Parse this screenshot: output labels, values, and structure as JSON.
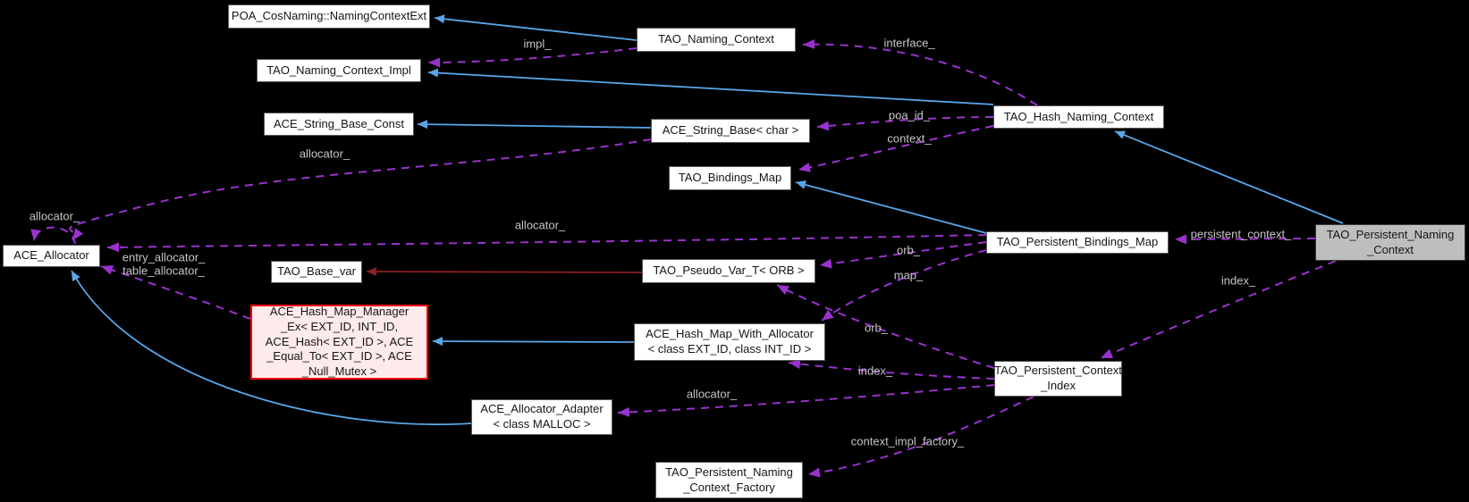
{
  "diagram": {
    "title": "TAO_Persistent_Naming_Context collaboration diagram",
    "colors": {
      "background": "#000000",
      "inheritance_arrow": "#58a6e8",
      "usage_arrow": "#9a32cd",
      "private_inheritance_arrow": "#8b1f1f",
      "node_fill": "#ffffff",
      "node_border": "#595959",
      "selected_node_fill": "#bebebe",
      "alert_node_border": "#ff0000",
      "alert_node_fill": "#fdeaea",
      "edge_label_color": "#c6c6c6"
    },
    "nodes": [
      {
        "id": "poa-cosnaming-namingcontextext",
        "label": "POA_CosNaming::NamingContextExt"
      },
      {
        "id": "tao-naming-context",
        "label": "TAO_Naming_Context"
      },
      {
        "id": "tao-naming-context-impl",
        "label": "TAO_Naming_Context_Impl"
      },
      {
        "id": "ace-string-base-const",
        "label": "ACE_String_Base_Const"
      },
      {
        "id": "ace-string-base-char",
        "label": "ACE_String_Base< char >"
      },
      {
        "id": "tao-hash-naming-context",
        "label": "TAO_Hash_Naming_Context"
      },
      {
        "id": "tao-bindings-map",
        "label": "TAO_Bindings_Map"
      },
      {
        "id": "ace-allocator",
        "label": "ACE_Allocator"
      },
      {
        "id": "tao-base-var",
        "label": "TAO_Base_var"
      },
      {
        "id": "tao-pseudo-var-t-orb",
        "label": "TAO_Pseudo_Var_T< ORB >"
      },
      {
        "id": "tao-persistent-bindings-map",
        "label": "TAO_Persistent_Bindings_Map"
      },
      {
        "id": "tao-persistent-naming-context",
        "label": "TAO_Persistent_Naming\n_Context"
      },
      {
        "id": "ace-hash-map-manager-ex",
        "label": "ACE_Hash_Map_Manager\n_Ex< EXT_ID, INT_ID,\nACE_Hash< EXT_ID >, ACE\n_Equal_To< EXT_ID >, ACE\n_Null_Mutex >"
      },
      {
        "id": "ace-hash-map-with-allocator",
        "label": "ACE_Hash_Map_With_Allocator\n< class EXT_ID, class INT_ID >"
      },
      {
        "id": "ace-allocator-adapter",
        "label": "ACE_Allocator_Adapter\n< class MALLOC >"
      },
      {
        "id": "tao-persistent-context-index",
        "label": "TAO_Persistent_Context\n_Index"
      },
      {
        "id": "tao-persistent-naming-context-factory",
        "label": "TAO_Persistent_Naming\n_Context_Factory"
      }
    ],
    "edge_labels": [
      {
        "id": "impl",
        "text": "impl_"
      },
      {
        "id": "interface",
        "text": "interface_"
      },
      {
        "id": "poa-id",
        "text": "poa_id_"
      },
      {
        "id": "context",
        "text": "context_"
      },
      {
        "id": "allocator-string-base",
        "text": "allocator_"
      },
      {
        "id": "allocator-self",
        "text": "allocator_"
      },
      {
        "id": "entry-table-allocator",
        "text": "entry_allocator_\ntable_allocator_"
      },
      {
        "id": "allocator-bindings-map",
        "text": "allocator_"
      },
      {
        "id": "orb-bindings-map",
        "text": "orb_"
      },
      {
        "id": "map",
        "text": "map_"
      },
      {
        "id": "orb-context-index",
        "text": "orb_"
      },
      {
        "id": "index-hash-map",
        "text": "index_"
      },
      {
        "id": "index-naming-context",
        "text": "index_"
      },
      {
        "id": "allocator-adapter",
        "text": "allocator_"
      },
      {
        "id": "persistent-context",
        "text": "persistent_context_"
      },
      {
        "id": "context-impl-factory",
        "text": "context_impl_factory_"
      }
    ]
  }
}
